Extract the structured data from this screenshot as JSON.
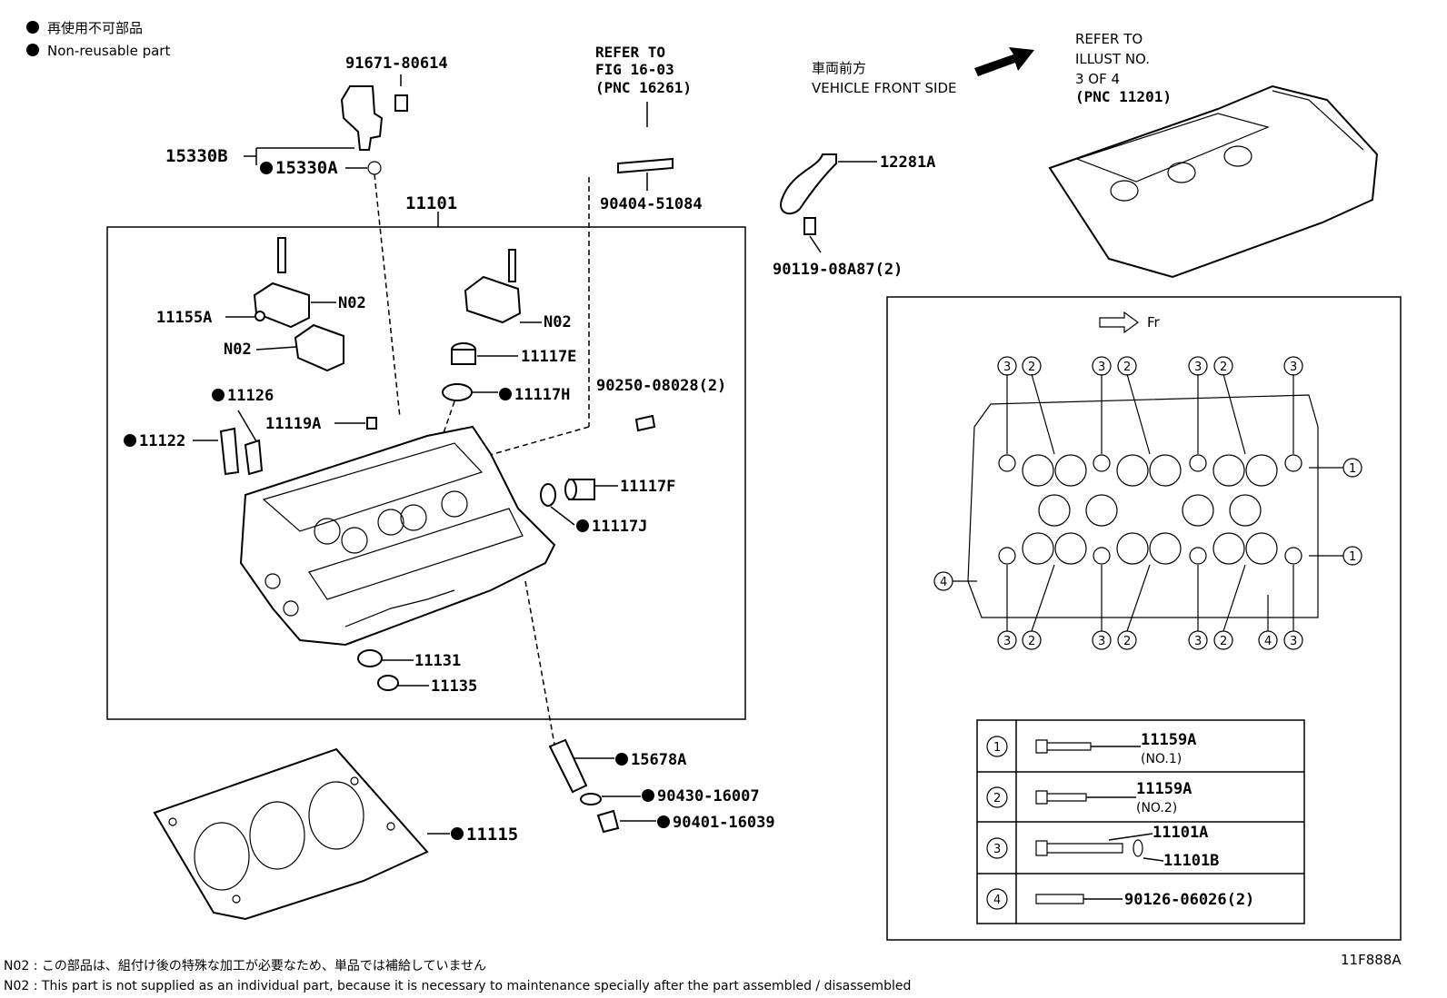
{
  "legend": {
    "jp": "再使用不可部品",
    "en": "Non-reusable part"
  },
  "refs": {
    "fig": {
      "line1": "REFER TO",
      "line2": "FIG 16-03",
      "line3": "(PNC 16261)"
    },
    "illust": {
      "line1": "REFER TO",
      "line2": "ILLUST NO.",
      "line3": "3 OF 4",
      "line4": "(PNC 11201)"
    }
  },
  "vehicle_front": {
    "jp": "車両前方",
    "en": "VEHICLE FRONT SIDE"
  },
  "fr_label": "Fr",
  "parts": {
    "p91671": "91671-80614",
    "p15330B": "15330B",
    "p15330A": "15330A",
    "p11101": "11101",
    "p90404": "90404-51084",
    "p12281A": "12281A",
    "p90119": "90119-08A87(2)",
    "p11155A": "11155A",
    "n02_a": "N02",
    "n02_b": "N02",
    "n02_c": "N02",
    "p11117E": "11117E",
    "p11117H": "11117H",
    "p90250": "90250-08028(2)",
    "p11126": "11126",
    "p11119A": "11119A",
    "p11122": "11122",
    "p11117F": "11117F",
    "p11117J": "11117J",
    "p11131": "11131",
    "p11135": "11135",
    "p15678A": "15678A",
    "p90430": "90430-16007",
    "p90401": "90401-16039",
    "p11115": "11115"
  },
  "bolt_table": {
    "rows": [
      {
        "num": "1",
        "part": "11159A",
        "sub": "(NO.1)"
      },
      {
        "num": "2",
        "part": "11159A",
        "sub": "(NO.2)"
      },
      {
        "num": "3",
        "part": "11101A",
        "part2": "11101B"
      },
      {
        "num": "4",
        "part": "90126-06026(2)"
      }
    ]
  },
  "footnotes": {
    "jp": "N02 : この部品は、組付け後の特殊な加工が必要なため、単品では補給していません",
    "en": "N02 : This part is not supplied as an individual part, because it is necessary to maintenance specially after the part assembled / disassembled"
  },
  "figure_id": "11F888A"
}
